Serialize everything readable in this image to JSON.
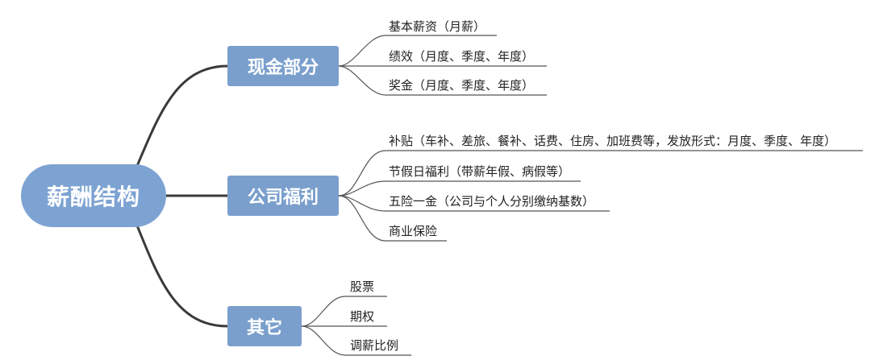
{
  "root": {
    "label": "薪酬结构"
  },
  "branches": [
    {
      "label": "现金部分",
      "leaves": [
        "基本薪资（月薪）",
        "绩效（月度、季度、年度）",
        "奖金（月度、季度、年度）"
      ]
    },
    {
      "label": "公司福利",
      "leaves": [
        "补贴（车补、差旅、餐补、话费、住房、加班费等，发放形式：月度、季度、年度）",
        "节假日福利（带薪年假、病假等）",
        "五险一金（公司与个人分别缴纳基数）",
        "商业保险"
      ]
    },
    {
      "label": "其它",
      "leaves": [
        "股票",
        "期权",
        "调薪比例"
      ]
    }
  ],
  "colors": {
    "node_fill": "#7a9fcd",
    "root_fill": "#7da3d2",
    "connector": "#3a3a3a",
    "leaf_line": "#555555"
  }
}
